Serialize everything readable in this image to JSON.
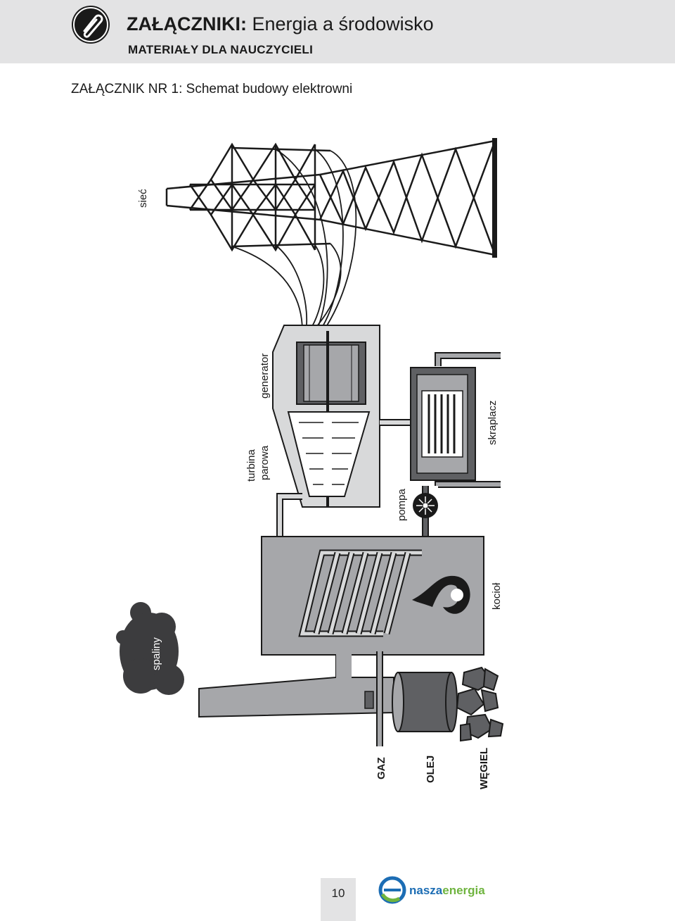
{
  "header": {
    "title_prefix": "ZAŁĄCZNIKI:",
    "title_rest": " Energia a środowisko",
    "subtitle": "MATERIAŁY DLA NAUCZYCIELI",
    "icon": "paperclip-icon"
  },
  "section_title": "ZAŁĄCZNIK NR 1: Schemat budowy elektrowni",
  "diagram": {
    "labels": {
      "grid": "sieć",
      "generator": "generator",
      "turbine_line1": "turbina",
      "turbine_line2": "parowa",
      "condenser": "skraplacz",
      "pump": "pompa",
      "boiler": "kocioł",
      "exhaust": "spaliny",
      "gas": "GAZ",
      "oil": "OLEJ",
      "coal": "WĘGIEL"
    },
    "colors": {
      "body_gray": "#a6a7aa",
      "light_gray": "#d8d9da",
      "dark_gray": "#5f6063",
      "smoke": "#3c3c3e",
      "line": "#1a1a1a"
    }
  },
  "footer": {
    "page_number": "10",
    "logo_text_dark": "nasza",
    "logo_text_accent": "energia",
    "logo_colors": {
      "blue": "#1c6db4",
      "green": "#6fb43f"
    }
  }
}
